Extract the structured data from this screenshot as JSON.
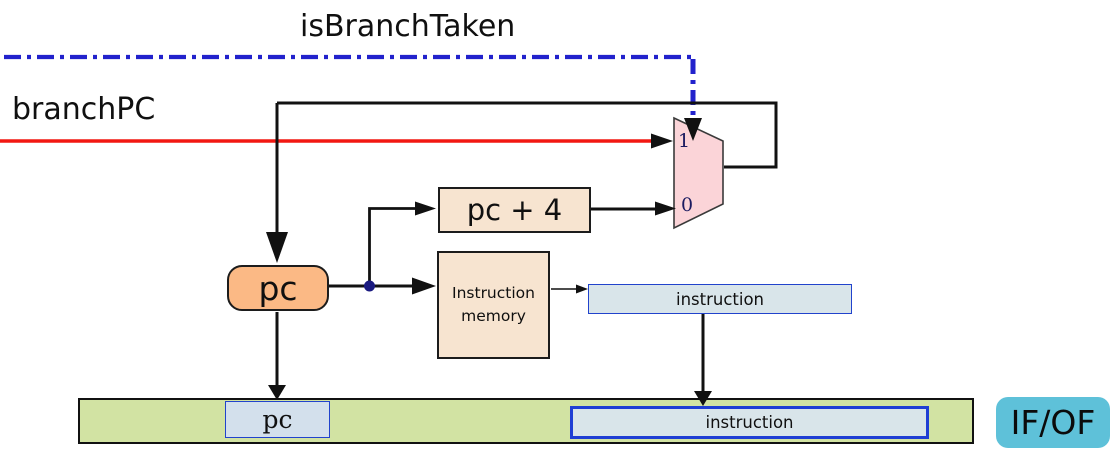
{
  "labels": {
    "is_branch_taken": "isBranchTaken",
    "branch_pc": "branchPC"
  },
  "mux": {
    "input_one": "1",
    "input_zero": "0"
  },
  "blocks": {
    "pc_adder": "pc + 4",
    "pc": "pc",
    "instruction_memory": [
      "Instruction",
      "memory"
    ],
    "instruction_wire": "instruction"
  },
  "pipeline_register": {
    "pc_field": "pc",
    "instruction_field": "instruction",
    "stage_label": "IF/OF"
  },
  "colors": {
    "branch_signal_blue": "#2222cc",
    "branch_pc_red": "#f21812",
    "mux_pink": "#fbd4d8",
    "block_tan": "#f7e4d0",
    "pc_orange": "#fbb985",
    "wire_box_blue_fill": "#d9e5ea",
    "register_border_blue": "#1f3fd4",
    "register_bar_green": "#d2e3a3",
    "stage_label_cyan": "#5ec1d9",
    "junction_navy": "#1a1a80",
    "wire_black": "#111111"
  }
}
